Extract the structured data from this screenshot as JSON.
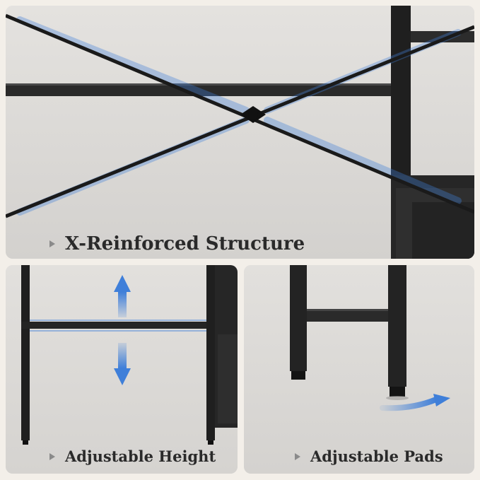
{
  "panels": {
    "top": {
      "caption": "X-Reinforced Structure"
    },
    "bottom_left": {
      "caption": "Adjustable Height"
    },
    "bottom_right": {
      "caption": "Adjustable Pads"
    }
  },
  "colors": {
    "background": "#f3efe9",
    "panel": "#dedcd9",
    "frame": "#1e1e1e",
    "accent": "#3f7fd9"
  },
  "icons": [
    "caption-bullet-icon",
    "up-arrow-icon",
    "down-arrow-icon",
    "curved-arrow-icon"
  ]
}
